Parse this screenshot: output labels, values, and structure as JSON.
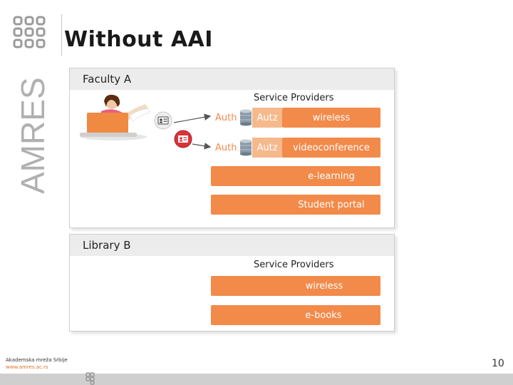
{
  "slide": {
    "title": "Without AAI",
    "brand": "AMRES",
    "page_number": "10"
  },
  "faculty": {
    "title": "Faculty  A",
    "service_providers_label": "Service Providers",
    "rows": [
      {
        "auth": "Auth",
        "autz": "Autz",
        "service": "wireless"
      },
      {
        "auth": "Auth",
        "autz": "Autz",
        "service": "videoconference"
      }
    ],
    "services": [
      "e-learning",
      "Student portal"
    ]
  },
  "library": {
    "title": "Library B",
    "service_providers_label": "Service Providers",
    "services": [
      "wireless",
      "e-books"
    ]
  },
  "footer": {
    "org": "Akademska mreža Srbije",
    "url": "www.amres.ac.rs"
  },
  "colors": {
    "orange": "#f28a4a",
    "orange_light": "#f6b98c",
    "panel_header": "#ececec",
    "brand_gray": "#9a9a9a"
  },
  "icons": [
    "amres-logo-icon",
    "user-laptop-icon",
    "id-card-icon",
    "database-icon",
    "arrow-icon"
  ]
}
